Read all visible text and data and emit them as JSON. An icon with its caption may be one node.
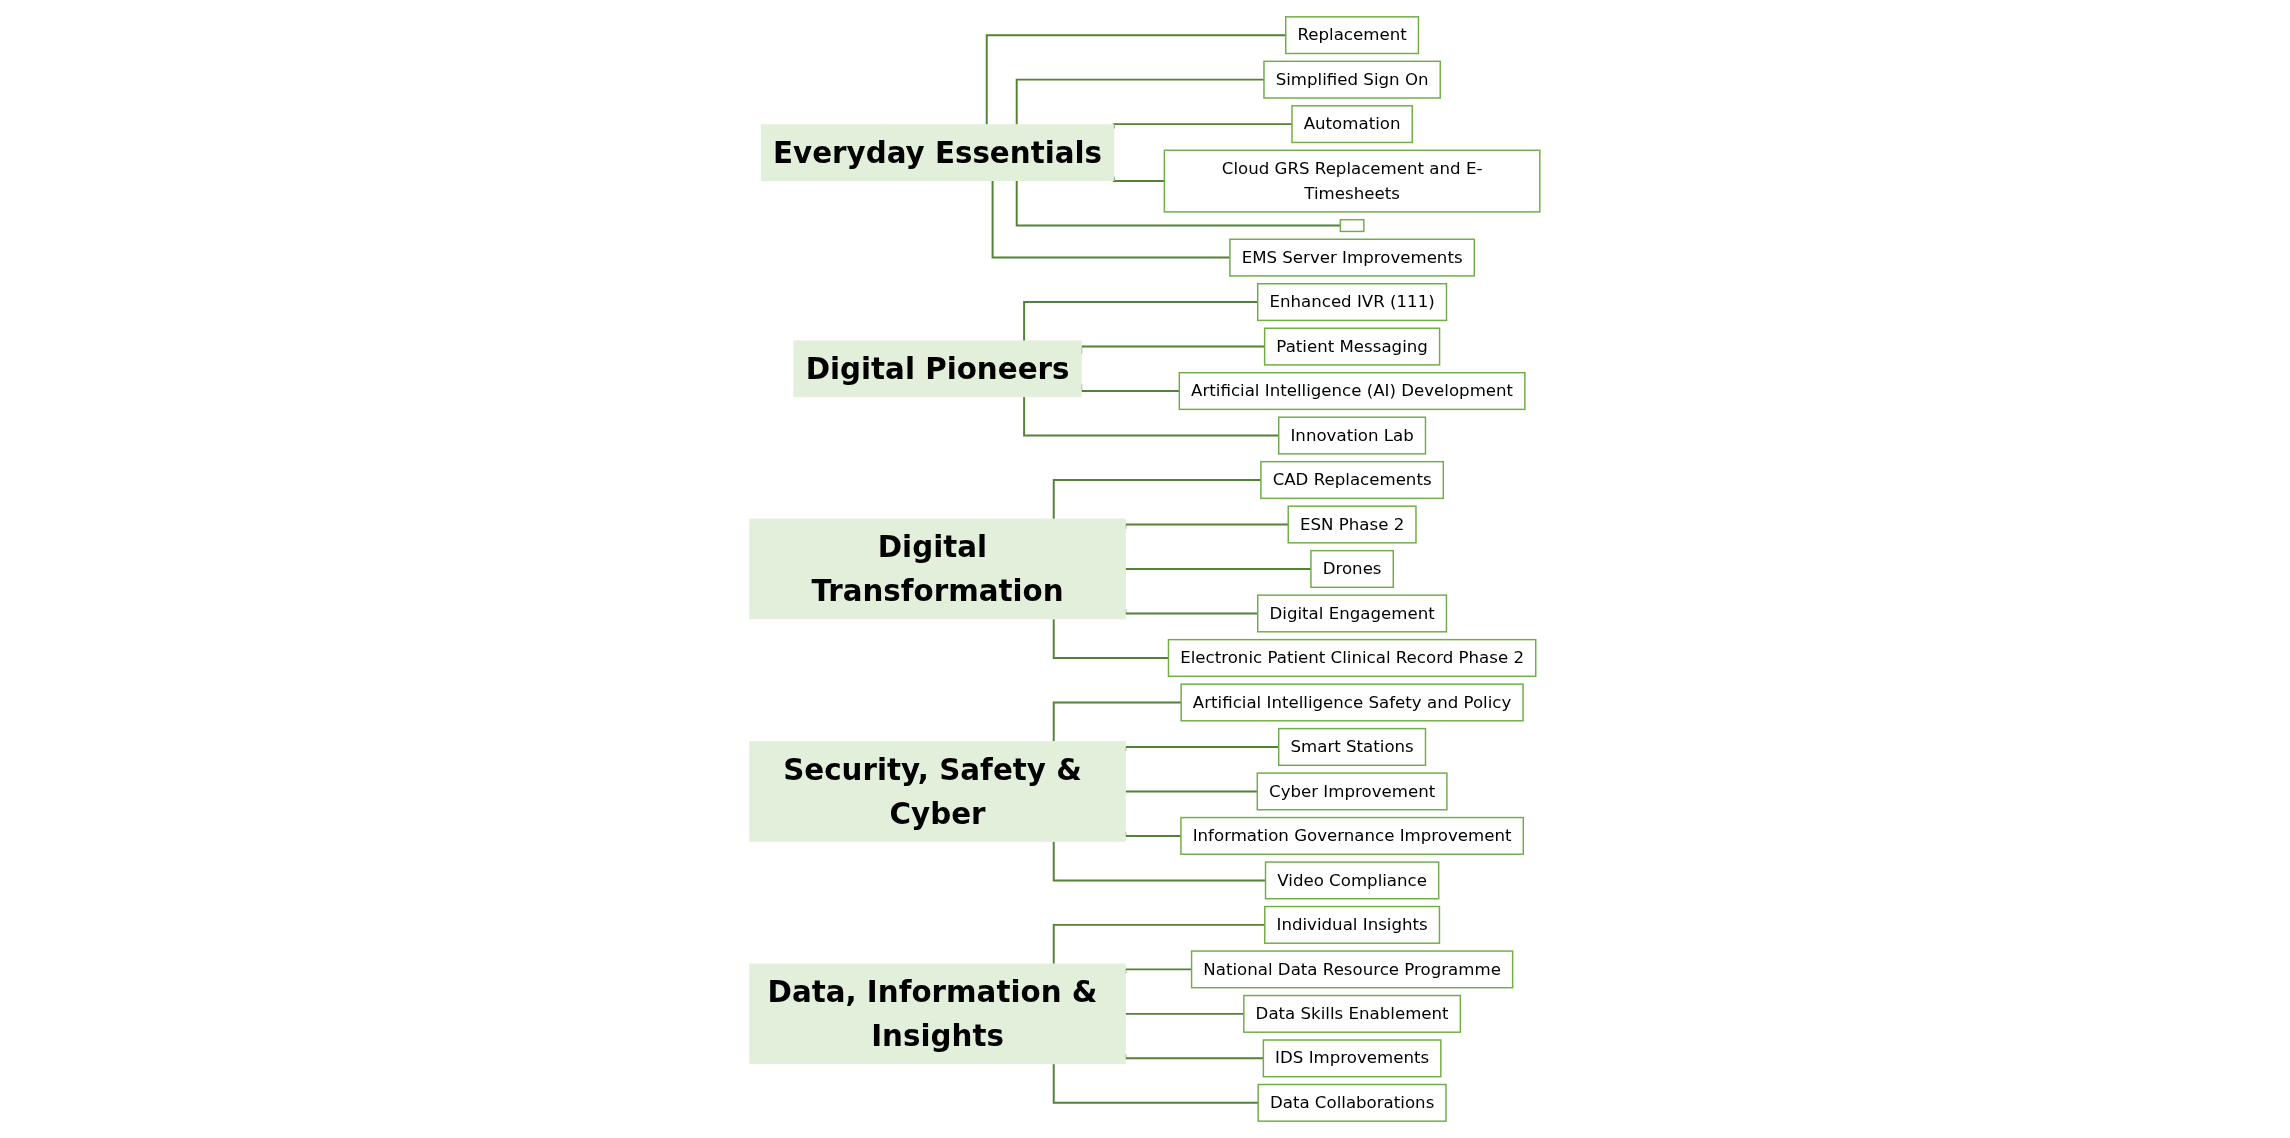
{
  "diagram": {
    "nodes": [
      {
        "text": [
          "Everyday Essentials"
        ]
      },
      {
        "text": [
          "Replacement"
        ]
      },
      {
        "text": [
          "Simplified Sign On"
        ]
      },
      {
        "text": [
          "Automation"
        ]
      },
      {
        "text": [
          "Cloud GRS Replacement and E-Timesheets"
        ]
      },
      {
        "text": [],
        "shape": "box"
      },
      {
        "text": [
          "EMS Server Improvements"
        ]
      },
      {
        "text": [
          "Digital Pioneers"
        ]
      },
      {
        "text": [
          "Enhanced IVR (111)"
        ]
      },
      {
        "text": [
          "Patient Messaging"
        ]
      },
      {
        "text": [
          "Artificial Intelligence (AI) Development"
        ]
      },
      {
        "text": [
          "Innovation Lab"
        ]
      },
      {
        "text": [
          "Digital Transformation"
        ]
      },
      {
        "text": [
          "CAD Replacements"
        ]
      },
      {
        "text": [
          "ESN Phase 2"
        ]
      },
      {
        "text": [
          "Drones"
        ]
      },
      {
        "text": [
          "Digital Engagement"
        ]
      },
      {
        "text": [
          "Electronic Patient Clinical Record Phase 2"
        ]
      },
      {
        "text": [
          "Security, Safety & Cyber"
        ]
      },
      {
        "text": [
          "Artificial Intelligence Safety and Policy"
        ]
      },
      {
        "text": [
          "Smart Stations"
        ]
      },
      {
        "text": [
          "Cyber Improvement"
        ]
      },
      {
        "text": [
          "Information Governance Improvement"
        ]
      },
      {
        "text": [
          "Video Compliance"
        ]
      },
      {
        "text": [
          "Data, Information & Insights"
        ]
      },
      {
        "text": [
          "Individual Insights"
        ]
      },
      {
        "text": [
          "National Data Resource Programme"
        ]
      },
      {
        "text": [
          "Data Skills Enablement"
        ]
      },
      {
        "text": [
          "IDS Improvements"
        ]
      },
      {
        "text": [
          "Data Collaborations"
        ]
      }
    ],
    "edges": [
      {
        "from": 0,
        "to": 1,
        "arrow": "none"
      },
      {
        "from": 0,
        "to": 2,
        "arrow": "none"
      },
      {
        "from": 0,
        "to": 3,
        "arrow": "none"
      },
      {
        "from": 0,
        "to": 4,
        "arrow": "none"
      },
      {
        "from": 0,
        "to": 5,
        "arrow": "none"
      },
      {
        "from": 0,
        "to": 6,
        "arrow": "none"
      },
      {
        "from": 7,
        "to": 8,
        "arrow": "none"
      },
      {
        "from": 7,
        "to": 9,
        "arrow": "none"
      },
      {
        "from": 7,
        "to": 10,
        "arrow": "none"
      },
      {
        "from": 7,
        "to": 11,
        "arrow": "none"
      },
      {
        "from": 12,
        "to": 13,
        "arrow": "none"
      },
      {
        "from": 12,
        "to": 14,
        "arrow": "none"
      },
      {
        "from": 12,
        "to": 15,
        "arrow": "none"
      },
      {
        "from": 12,
        "to": 16,
        "arrow": "none"
      },
      {
        "from": 12,
        "to": 17,
        "arrow": "none"
      },
      {
        "from": 18,
        "to": 19,
        "arrow": "none"
      },
      {
        "from": 18,
        "to": 20,
        "arrow": "none"
      },
      {
        "from": 18,
        "to": 21,
        "arrow": "none"
      },
      {
        "from": 18,
        "to": 22,
        "arrow": "none"
      },
      {
        "from": 18,
        "to": 23,
        "arrow": "none"
      },
      {
        "from": 24,
        "to": 25,
        "arrow": "none"
      },
      {
        "from": 24,
        "to": 26,
        "arrow": "none"
      },
      {
        "from": 24,
        "to": 27,
        "arrow": "none"
      },
      {
        "from": 24,
        "to": 28,
        "arrow": "none"
      },
      {
        "from": 24,
        "to": 29,
        "arrow": "none"
      }
    ]
  }
}
